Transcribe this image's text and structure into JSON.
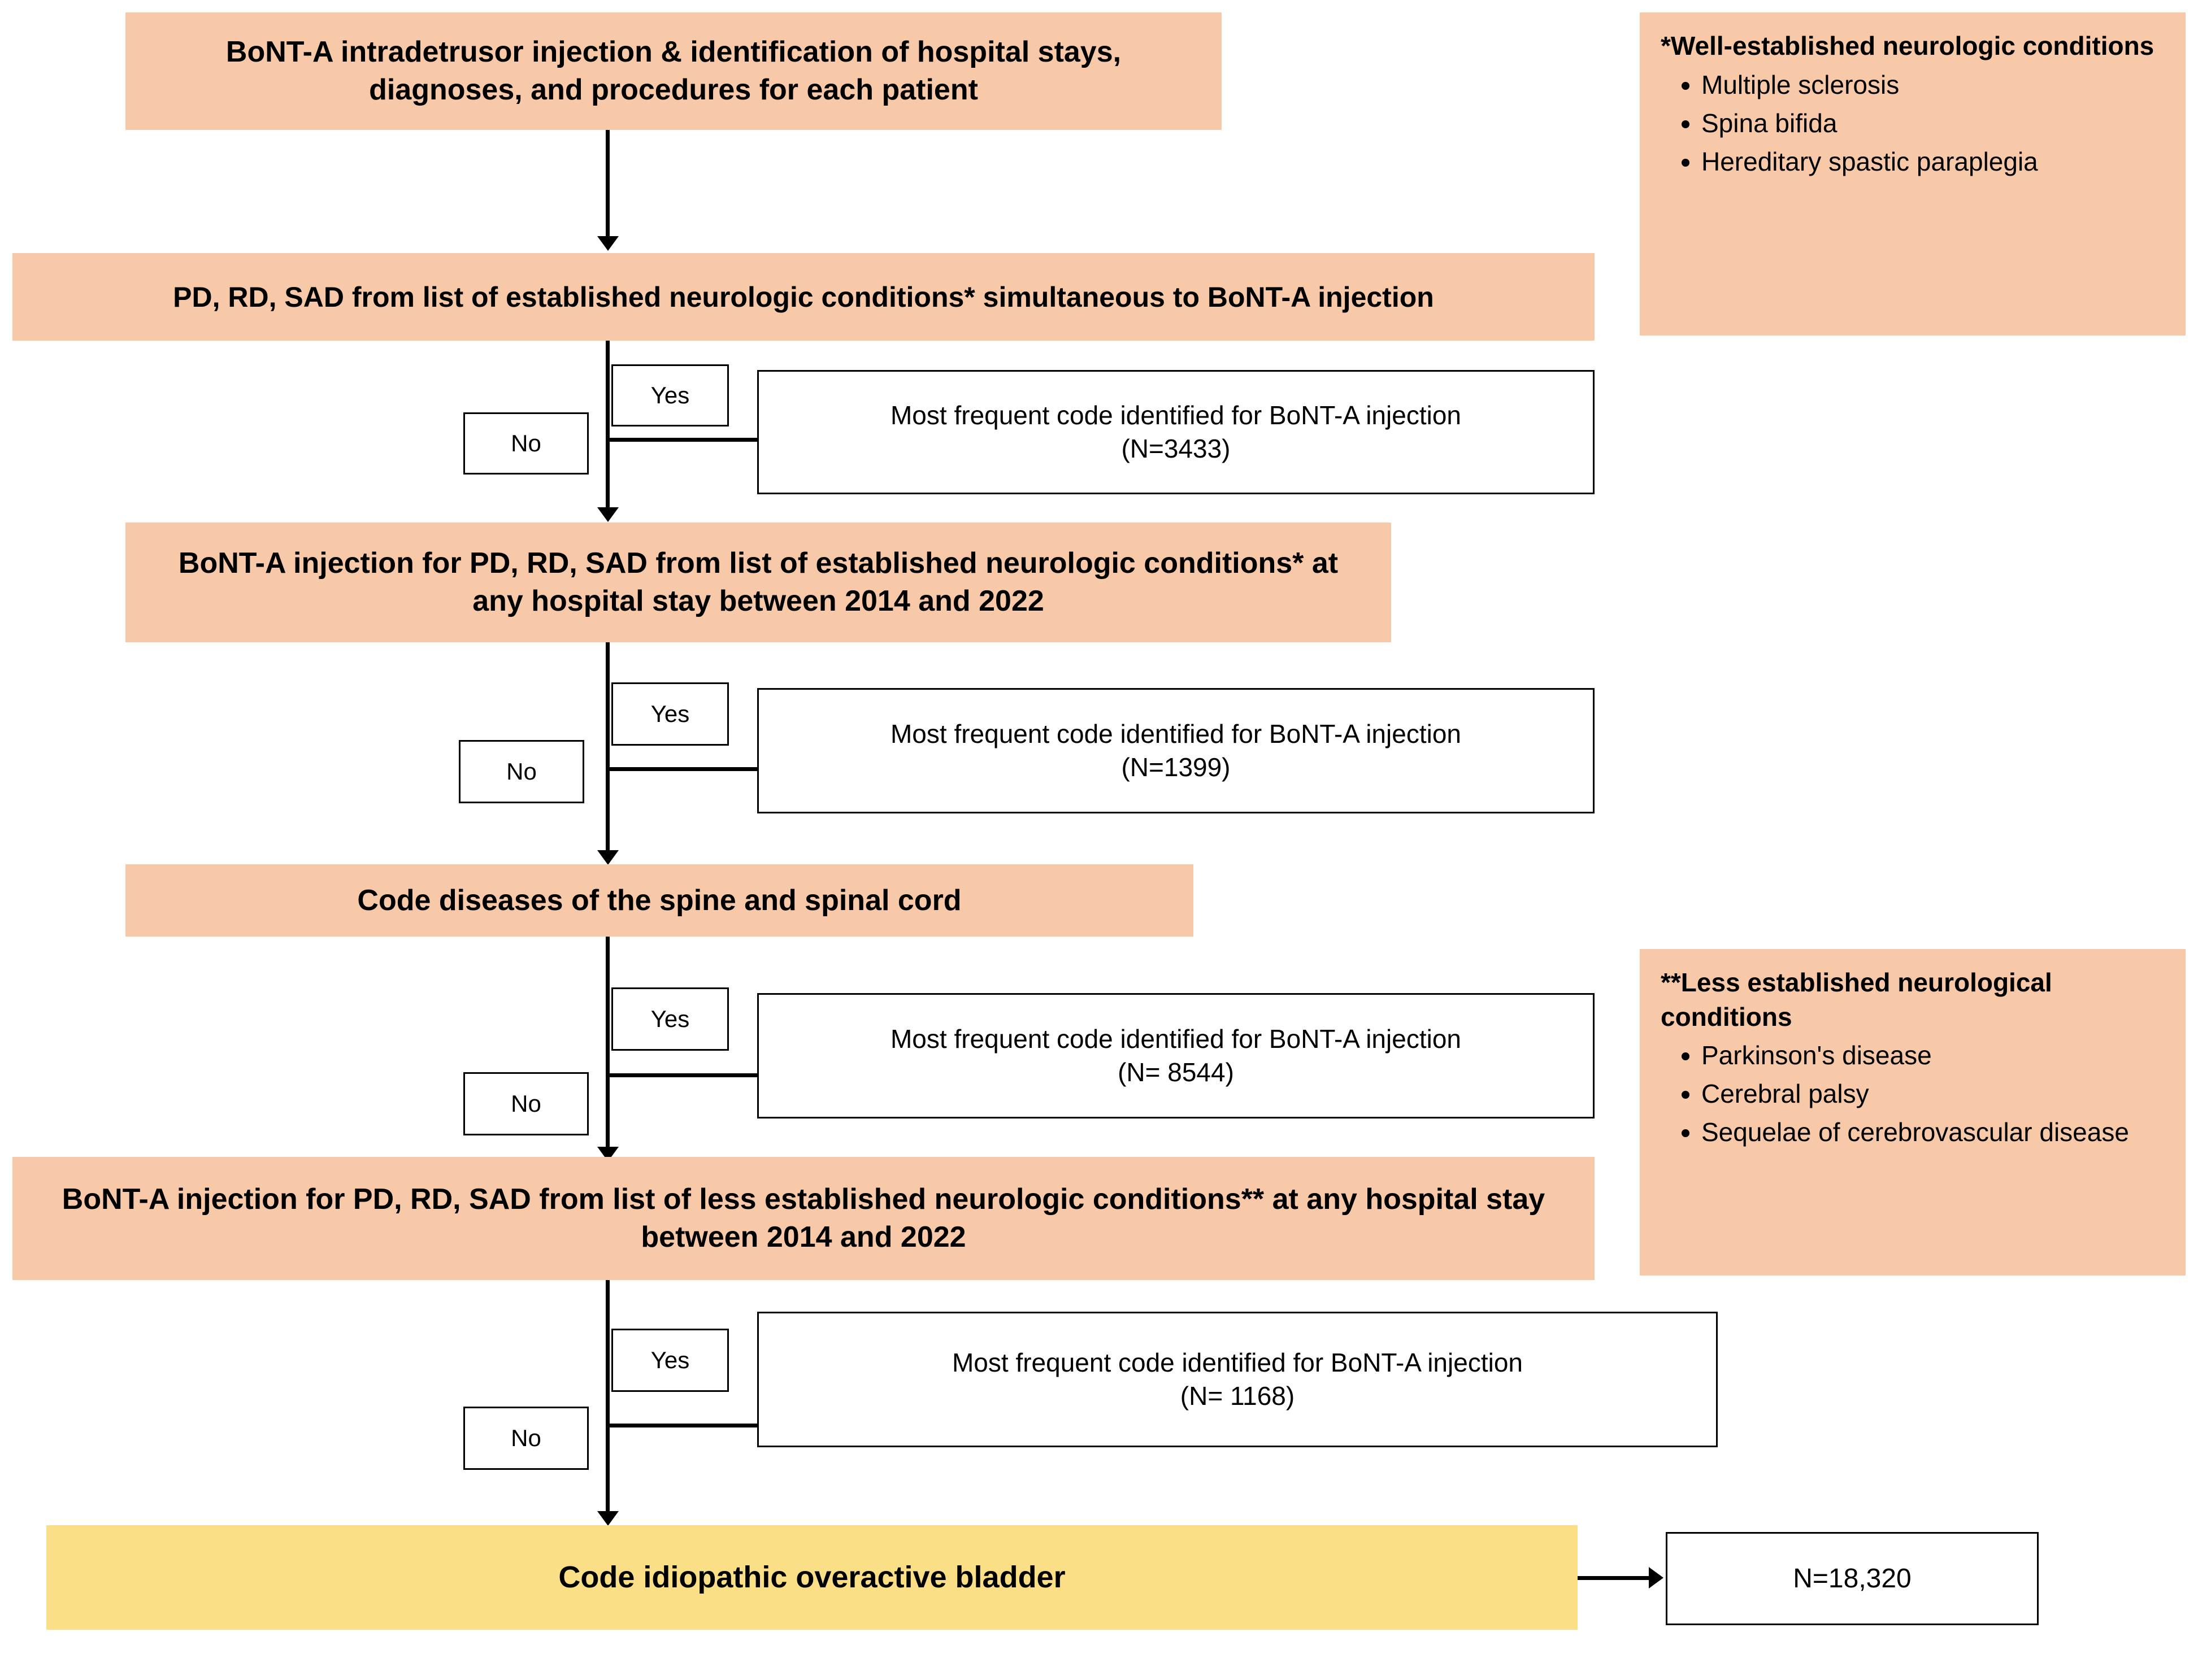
{
  "flow": {
    "step1": "BoNT-A intradetrusor injection & identification of hospital stays, diagnoses, and procedures for each patient",
    "step2": "PD, RD, SAD from list of established neurologic conditions* simultaneous to BoNT-A injection",
    "step3": "BoNT-A injection for PD, RD, SAD from list of established neurologic conditions* at any hospital stay between 2014 and 2022",
    "step4": "Code diseases of the spine and spinal cord",
    "step5": "BoNT-A injection for PD, RD, SAD from list of less established neurologic conditions** at any hospital stay between 2014 and 2022",
    "step6": "Code idiopathic overactive bladder"
  },
  "outcomes": {
    "out1": "Most frequent code identified for BoNT-A injection\n(N=3433)",
    "out2": "Most frequent code identified for BoNT-A injection\n(N=1399)",
    "out3": "Most frequent code identified for BoNT-A injection\n(N= 8544)",
    "out4": "Most frequent code identified for BoNT-A injection\n(N= 1168)",
    "final": "N=18,320"
  },
  "decisions": {
    "yes": "Yes",
    "no": "No"
  },
  "notes": {
    "established": {
      "title": "*Well-established neurologic conditions",
      "items": [
        "Multiple sclerosis",
        "Spina bifida",
        "Hereditary spastic paraplegia"
      ]
    },
    "less_established": {
      "title": "**Less established neurological conditions",
      "items": [
        "Parkinson's disease",
        "Cerebral palsy",
        "Sequelae of cerebrovascular disease"
      ]
    }
  },
  "colors": {
    "peach": "#f7c9a8",
    "yellow": "#fbdf86",
    "line": "#000000"
  }
}
